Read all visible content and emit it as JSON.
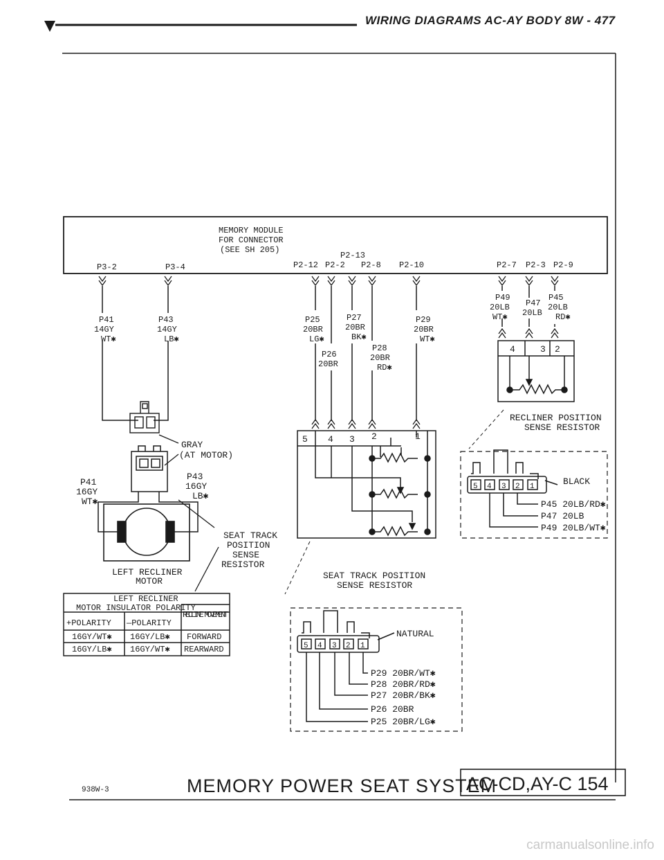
{
  "header": {
    "title": "WIRING DIAGRAMS AC-AY BODY   8W - 477"
  },
  "module": {
    "lines": [
      "MEMORY MODULE",
      "FOR CONNECTOR",
      "(SEE SH 205)"
    ],
    "pins_left": [
      "P3-2",
      "P3-4"
    ],
    "pins_mid": [
      "P2-12",
      "P2-2",
      "P2-13",
      "P2-8",
      "P2-10"
    ],
    "pins_right": [
      "P2-7",
      "P2-3",
      "P2-9"
    ]
  },
  "wires_left": {
    "p41": [
      "P41",
      "14GY",
      "WT✱"
    ],
    "p43": [
      "P43",
      "14GY",
      "LB✱"
    ]
  },
  "wires_mid": {
    "p25": [
      "P25",
      "20BR",
      "LG✱"
    ],
    "p26": [
      "P26",
      "20BR"
    ],
    "p27": [
      "P27",
      "20BR",
      "BK✱"
    ],
    "p28": [
      "P28",
      "20BR",
      "RD✱"
    ],
    "p29": [
      "P29",
      "20BR",
      "WT✱"
    ]
  },
  "wires_right": {
    "p49": [
      "P49",
      "20LB",
      "WT✱"
    ],
    "p47": [
      "P47",
      "20LB"
    ],
    "p45": [
      "P45",
      "20LB",
      "RD✱"
    ]
  },
  "motor": {
    "gray": [
      "GRAY",
      "(AT MOTOR)"
    ],
    "p41": [
      "P41",
      "16GY",
      "WT✱"
    ],
    "p43": [
      "P43",
      "16GY",
      "LB✱"
    ],
    "label": [
      "LEFT RECLINER",
      "MOTOR"
    ]
  },
  "seat_track_label": [
    "SEAT TRACK",
    "POSITION",
    "SENSE",
    "RESISTOR"
  ],
  "seat_track_pins": [
    "5",
    "4",
    "3",
    "2",
    "1"
  ],
  "seat_track_caption": [
    "SEAT TRACK POSITION",
    "SENSE RESISTOR"
  ],
  "recliner_pins": [
    "4",
    "3",
    "2"
  ],
  "recliner_caption": [
    "RECLINER POSITION",
    "SENSE RESISTOR"
  ],
  "polarity_table": {
    "title": [
      "LEFT RECLINER",
      "MOTOR INSULATOR POLARITY"
    ],
    "headers": [
      "+POLARITY",
      "—POLARITY",
      "RECLINE MOVEMENT"
    ],
    "rows": [
      [
        "16GY/WT✱",
        "16GY/LB✱",
        "FORWARD"
      ],
      [
        "16GY/LB✱",
        "16GY/WT✱",
        "REARWARD"
      ]
    ]
  },
  "black_connector": {
    "label": "BLACK",
    "cavities": [
      "5",
      "4",
      "3",
      "2",
      "1"
    ],
    "wires": [
      "P45 20LB/RD✱",
      "P47 20LB",
      "P49 20LB/WT✱"
    ]
  },
  "natural_connector": {
    "label": "NATURAL",
    "cavities": [
      "5",
      "4",
      "3",
      "2",
      "1"
    ],
    "wires": [
      "P29 20BR/WT✱",
      "P28 20BR/RD✱",
      "P27 20BR/BK✱",
      "P26 20BR",
      "P25 20BR/LG✱"
    ]
  },
  "footer": {
    "ref": "938W-3",
    "title": "MEMORY POWER SEAT SYSTEM",
    "code": "AC-CD,AY-C 154"
  },
  "watermark": "carmanualsonline.info",
  "colors": {
    "ink": "#1a1a1a",
    "watermark": "#c8c8c8"
  }
}
